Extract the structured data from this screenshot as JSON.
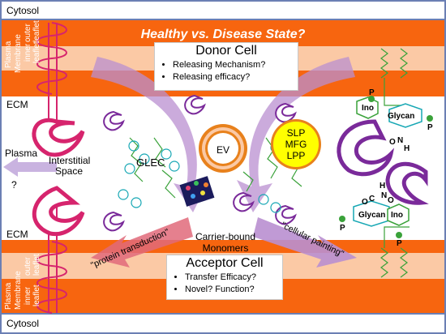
{
  "title": "Healthy vs. Disease State?",
  "compartments": {
    "cytosol_top": "Cytosol",
    "cytosol_bottom": "Cytosol",
    "ecm_top": "ECM",
    "ecm_bottom": "ECM",
    "plasma": "Plasma",
    "interstitial": "Interstitial Space",
    "question": "?"
  },
  "membrane": {
    "plasma_label": "Plasma",
    "membrane_label": "Membrane",
    "inner_label": "inner",
    "outer_label": "outer",
    "leaflet_label": "leaflet"
  },
  "donor": {
    "title": "Donor Cell",
    "items": [
      "Releasing Mechanism?",
      "Releasing efficacy?"
    ]
  },
  "acceptor": {
    "title": "Acceptor Cell",
    "items": [
      "Transfer Efficacy?",
      "Novel? Function?"
    ]
  },
  "center": {
    "ev": "EV",
    "glec": "GLEC",
    "carrier": "Carrier-bound Monomers",
    "slp_lines": [
      "SLP",
      "MFG",
      "LPP"
    ]
  },
  "arrows": {
    "protein_transduction": "\"protein transduction\"",
    "cellular_painting": "\"cellular painting\""
  },
  "molecule": {
    "glycan": "Glycan",
    "ino": "Ino",
    "p": "P",
    "o": "O",
    "n": "N",
    "h": "H",
    "c": "C"
  },
  "colors": {
    "membrane_orange": "#f7650f",
    "membrane_light": "#fbc9a5",
    "border_blue": "#6b7fb4",
    "helix_magenta": "#d6246d",
    "arrow_purple": "#b98fd0",
    "ev_orange": "#e8811c",
    "slp_yellow": "#ffff00",
    "green": "#3aa23a"
  }
}
